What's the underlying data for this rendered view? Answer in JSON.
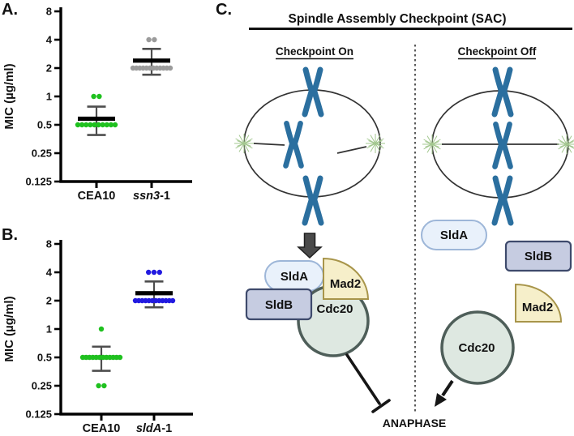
{
  "figure": {
    "panel_a_label": "A.",
    "panel_b_label": "B.",
    "panel_c_label": "C."
  },
  "chart_data": [
    {
      "type": "scatter",
      "panel": "A",
      "ylabel": "MIC (µg/ml)",
      "yscale": "log2",
      "ylim": [
        0.125,
        8
      ],
      "yticks": [
        8,
        4,
        2,
        1,
        0.5,
        0.25,
        0.125
      ],
      "groups": [
        {
          "label_parts": [
            {
              "text": "CEA10",
              "italic": false
            }
          ],
          "color": "#1fc11f",
          "clusters": [
            {
              "value": 1,
              "count": 2
            },
            {
              "value": 0.5,
              "count": 10
            }
          ],
          "mean": 0.58,
          "whisker_top": 0.78,
          "whisker_bottom": 0.39
        },
        {
          "label_parts": [
            {
              "text": "ssn3",
              "italic": true
            },
            {
              "text": "-1",
              "italic": false
            }
          ],
          "color": "#9b9b9b",
          "clusters": [
            {
              "value": 4,
              "count": 2
            },
            {
              "value": 2,
              "count": 12
            }
          ],
          "mean": 2.4,
          "whisker_top": 3.2,
          "whisker_bottom": 1.7
        }
      ]
    },
    {
      "type": "scatter",
      "panel": "B",
      "ylabel": "MIC (µg/ml)",
      "yscale": "log2",
      "ylim": [
        0.125,
        8
      ],
      "yticks": [
        8,
        4,
        2,
        1,
        0.5,
        0.25,
        0.125
      ],
      "groups": [
        {
          "label_parts": [
            {
              "text": "CEA10",
              "italic": false
            }
          ],
          "color": "#1fc11f",
          "clusters": [
            {
              "value": 1,
              "count": 1
            },
            {
              "value": 0.5,
              "count": 12
            },
            {
              "value": 0.25,
              "count": 2
            }
          ],
          "mean": 0.5,
          "whisker_top": 0.65,
          "whisker_bottom": 0.36
        },
        {
          "label_parts": [
            {
              "text": "sldA",
              "italic": true
            },
            {
              "text": "-1",
              "italic": false
            }
          ],
          "color": "#221ae0",
          "clusters": [
            {
              "value": 4,
              "count": 3
            },
            {
              "value": 2,
              "count": 12
            }
          ],
          "mean": 2.4,
          "whisker_top": 3.2,
          "whisker_bottom": 1.7
        }
      ]
    }
  ],
  "panelC": {
    "title": "Spindle Assembly Checkpoint (SAC)",
    "left_heading": "Checkpoint On",
    "right_heading": "Checkpoint Off",
    "anaphase_label": "ANAPHASE",
    "on": {
      "slda": "SldA",
      "sldb": "SldB",
      "mad2": "Mad2",
      "cdc20": "Cdc20"
    },
    "off": {
      "slda": "SldA",
      "sldb": "SldB",
      "mad2": "Mad2",
      "cdc20": "Cdc20"
    },
    "colors": {
      "chromosome": "#2b6f9f",
      "spindle_pole": "#a3c78f",
      "cell_outline": "#333333",
      "slda_fill": "#e9f1fb",
      "slda_stroke": "#9db6d8",
      "sldb_fill": "#c6cce1",
      "sldb_stroke": "#3e4a6c",
      "mad2_fill": "#f6efca",
      "mad2_stroke": "#a8954a",
      "cdc20_fill": "#dee8e1",
      "cdc20_stroke": "#4e5e59",
      "block_arrow": "#4a4a4a"
    }
  }
}
